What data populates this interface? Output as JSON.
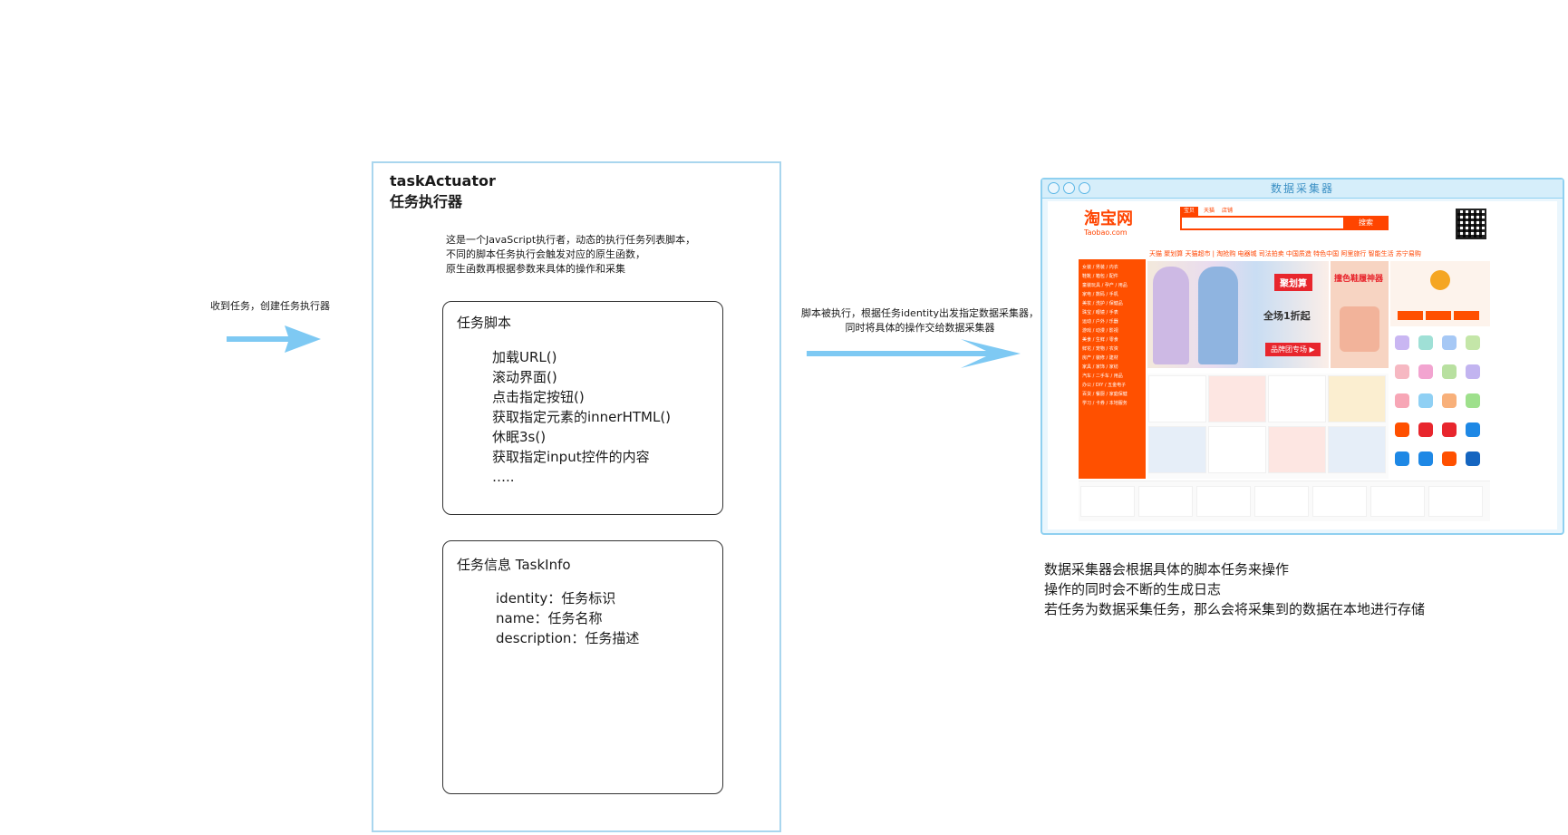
{
  "left_note": "收到任务，创建任务执行器",
  "middle_note": {
    "line1": "脚本被执行，根据任务identity出发指定数据采集器，",
    "line2": "同时将具体的操作交给数据采集器"
  },
  "actuator": {
    "title_en": "taskActuator",
    "title_cn": "任务执行器",
    "desc": [
      "这是一个JavaScript执行者，动态的执行任务列表脚本，",
      "不同的脚本任务执行会触发对应的原生函数，",
      "原生函数再根据参数来具体的操作和采集"
    ]
  },
  "script_box": {
    "title": "任务脚本",
    "items": [
      "加载URL()",
      "滚动界面()",
      "点击指定按钮()",
      "获取指定元素的innerHTML()",
      "休眠3s()",
      "获取指定input控件的内容",
      "….."
    ]
  },
  "info_box": {
    "title": "任务信息 TaskInfo",
    "items": [
      "identity：任务标识",
      "name：任务名称",
      "description：任务描述"
    ]
  },
  "browser": {
    "title": "数据采集器",
    "site": {
      "logo": "淘宝网",
      "logo_sub": "Taobao.com",
      "search_button": "搜索",
      "tabs": [
        "宝贝",
        "天猫",
        "店铺"
      ],
      "nav": "天猫   聚划算   天猫超市   |   淘抢购   电器城   司法拍卖   中国质造   特色中国   阿里旅行   智能生活   苏宁易购",
      "banner_tag": "聚划算",
      "banner_text": "全场1折起",
      "banner_button": "品牌团专场 ▶",
      "right_ad": "撞色鞋履神器",
      "side_items": [
        "女装 / 男装 / 内衣",
        "鞋靴 / 箱包 / 配件",
        "童装玩具 / 孕产 / 用品",
        "家电 / 数码 / 手机",
        "美妆 / 洗护 / 保健品",
        "珠宝 / 眼镜 / 手表",
        "运动 / 户外 / 乐器",
        "游戏 / 动漫 / 影视",
        "美食 / 生鲜 / 零食",
        "鲜花 / 宠物 / 农资",
        "房产 / 装修 / 建材",
        "家具 / 家饰 / 家纺",
        "汽车 / 二手车 / 用品",
        "办公 / DIY / 五金电子",
        "百货 / 餐厨 / 家庭保健",
        "学习 / 卡券 / 本地服务"
      ]
    }
  },
  "collector_text": [
    "数据采集器会根据具体的脚本任务来操作",
    "操作的同时会不断的生成日志",
    "若任务为数据采集任务，那么会将采集到的数据在本地进行存储"
  ],
  "colors": {
    "arrow": "#7ec9f3",
    "actuator_border": "#a9d6ee",
    "browser_border": "#8fd0f0",
    "taobao_orange": "#ff4400"
  }
}
